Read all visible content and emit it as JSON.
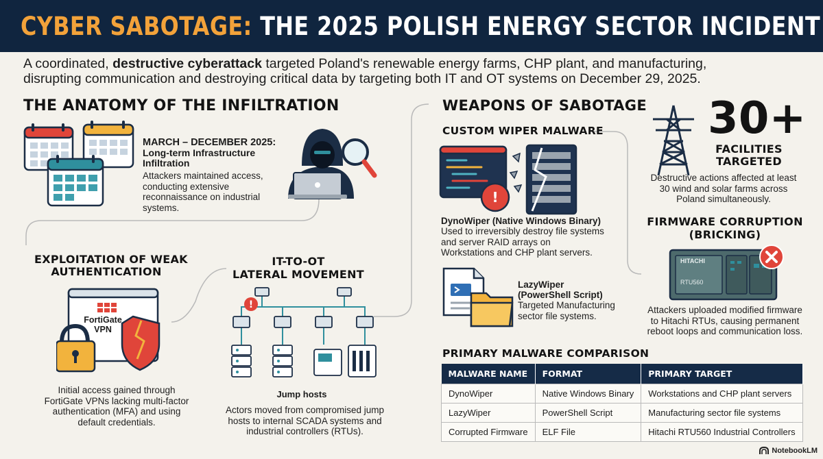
{
  "title": {
    "part1": "CYBER SABOTAGE:",
    "part2": "THE 2025 POLISH ENERGY SECTOR INCIDENT"
  },
  "intro": {
    "pre": "A coordinated, ",
    "bold": "destructive cyberattack",
    "post": " targeted Poland's renewable energy farms, CHP plant, and manufacturing, disrupting communication and destroying critical data by targeting both IT and OT systems on December 29, 2025."
  },
  "anatomy": {
    "heading": "THE ANATOMY OF THE INFILTRATION",
    "timeline": {
      "date": "MARCH – DECEMBER 2025:",
      "title_line1": "Long-term Infrastructure",
      "title_line2": "Infiltration",
      "desc": "Attackers maintained access, conducting extensive reconnaissance on industrial systems."
    },
    "auth": {
      "heading_line1": "EXPLOITATION OF WEAK",
      "heading_line2": "AUTHENTICATION",
      "vpn_line1": "FortiGate",
      "vpn_line2": "VPN",
      "desc": "Initial access gained through FortiGate VPNs lacking multi-factor authentication (MFA) and using default credentials."
    },
    "lateral": {
      "heading_line1": "IT-TO-OT",
      "heading_line2": "LATERAL MOVEMENT",
      "jump_label": "Jump hosts",
      "desc": "Actors moved from compromised jump hosts to internal SCADA systems and industrial controllers (RTUs)."
    }
  },
  "weapons": {
    "heading": "WEAPONS OF SABOTAGE",
    "custom_heading": "CUSTOM WIPER MALWARE",
    "dyno": {
      "name": "DynoWiper (Native Windows Binary)",
      "desc": "Used to irreversibly destroy file systems and server RAID arrays on Workstations and CHP plant servers."
    },
    "lazy": {
      "name_line1": "LazyWiper",
      "name_line2": "(PowerShell Script)",
      "desc": "Targeted Manufacturing sector file systems."
    }
  },
  "stat": {
    "number": "30+",
    "label_line1": "FACILITIES",
    "label_line2": "TARGETED",
    "desc": "Destructive actions affected at least 30 wind and solar farms across Poland simultaneously."
  },
  "firmware": {
    "heading_line1": "FIRMWARE CORRUPTION",
    "heading_line2": "(BRICKING)",
    "device_brand": "HITACHI",
    "device_model": "RTU560",
    "desc": "Attackers uploaded modified firmware to Hitachi RTUs, causing permanent reboot loops and communication loss."
  },
  "comparison": {
    "heading": "PRIMARY MALWARE COMPARISON",
    "headers": [
      "MALWARE NAME",
      "FORMAT",
      "PRIMARY TARGET"
    ],
    "rows": [
      [
        "DynoWiper",
        "Native Windows Binary",
        "Workstations and CHP plant servers"
      ],
      [
        "LazyWiper",
        "PowerShell Script",
        "Manufacturing sector file systems"
      ],
      [
        "Corrupted Firmware",
        "ELF File",
        "Hitachi RTU560 Industrial Controllers"
      ]
    ]
  },
  "footer": {
    "badge": "NotebookLM"
  },
  "colors": {
    "navy": "#10253f",
    "orange": "#f2a23a",
    "red": "#d9382c",
    "teal": "#2f8f9d",
    "background": "#f4f2ec"
  }
}
